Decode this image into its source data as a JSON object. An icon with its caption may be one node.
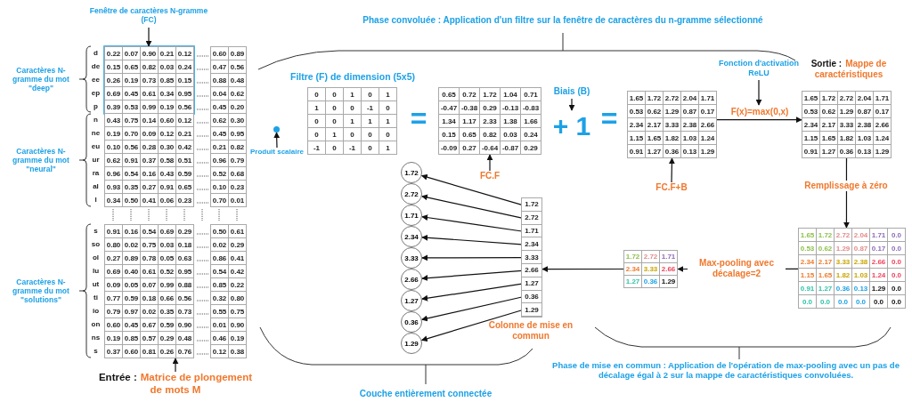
{
  "diagram": {
    "title": "Phase convoluée : Application d'un filtre sur la fenêtre de caractères du n-gramme sélectionné",
    "nodes": [
      {
        "text": [
          "0.22",
          "0.07",
          "0.90",
          "0.21",
          "0.12",
          "0.60",
          "0.89",
          "0.15",
          "0.65",
          "0.82",
          "0.03",
          "0.24",
          "0.47",
          "0.56",
          "0.26",
          "0.19",
          "0.73",
          "0.85",
          "0.15",
          "0.88",
          "0.48",
          "0.69",
          "0.45",
          "0.61",
          "0.34",
          "0.95",
          "0.04",
          "0.62",
          "0.39",
          "0.53",
          "0.99",
          "0.19",
          "0.56",
          "0.45",
          "0.20",
          "0.43",
          "0.75",
          "0.14",
          "0.60",
          "0.12",
          "0.62",
          "0.30",
          "0.19",
          "0.70",
          "0.09",
          "0.12",
          "0.21",
          "0.45",
          "0.95",
          "0.10",
          "0.56",
          "0.28",
          "0.30",
          "0.42",
          "0.21",
          "0.82",
          "0.62",
          "0.91",
          "0.37",
          "0.58",
          "0.51",
          "0.96",
          "0.79",
          "0.96",
          "0.54",
          "0.16",
          "0.43",
          "0.59",
          "0.52",
          "0.68",
          "0.93",
          "0.35",
          "0.27",
          "0.91",
          "0.65",
          "0.10",
          "0.23",
          "0.34",
          "0.50",
          "0.41",
          "0.06",
          "0.23",
          "0.70",
          "0.01",
          "0.91",
          "0.16",
          "0.54",
          "0.69",
          "0.29",
          "0.50",
          "0.61",
          "0.80",
          "0.02",
          "0.75",
          "0.03",
          "0.18",
          "0.02",
          "0.29",
          "0.27",
          "0.89",
          "0.78",
          "0.05",
          "0.63",
          "0.86",
          "0.41",
          "0.69",
          "0.40",
          "0.61",
          "0.52",
          "0.95",
          "0.54",
          "0.42",
          "0.09",
          "0.05",
          "0.07",
          "0.99",
          "0.88",
          "0.85",
          "0.22",
          "0.77",
          "0.59",
          "0.18",
          "0.66",
          "0.56",
          "0.32",
          "0.80",
          "0.79",
          "0.97",
          "0.02",
          "0.35",
          "0.73",
          "0.55",
          "0.75",
          "0.60",
          "0.45",
          "0.67",
          "0.59",
          "0.90",
          "0.01",
          "0.90",
          "0.19",
          "0.85",
          "0.57",
          "0.29",
          "0.48",
          "0.46",
          "0.19",
          "0.37",
          "0.60",
          "0.81",
          "0.26",
          "0.76",
          "0.12",
          "0.38"
        ]
      },
      {
        "text": [
          "Fenêtre de caractères N-gramme (FC)"
        ]
      },
      {
        "text": [
          "Entrée :",
          "Matrice de plongement de mots M"
        ]
      },
      {
        "text": [],
        "shape": "circle"
      },
      {
        "text": [
          "Produit scalaire"
        ]
      },
      {
        "text": [
          "0",
          "0",
          "1",
          "0",
          "1",
          "1",
          "0",
          "0",
          "-1",
          "0",
          "0",
          "0",
          "1",
          "1",
          "1",
          "0",
          "1",
          "0",
          "0",
          "0",
          "-1",
          "0",
          "-1",
          "0",
          "1"
        ],
        "beside": [
          "Filtre (F) de dimension (5x5)"
        ]
      },
      {
        "text": [
          "0.65",
          "0.72",
          "1.72",
          "1.04",
          "0.71",
          "-0.47",
          "-0.38",
          "0.29",
          "-0.13",
          "-0.83",
          "1.34",
          "1.17",
          "2.33",
          "1.38",
          "1.66",
          "0.15",
          "0.65",
          "0.82",
          "0.03",
          "0.24",
          "-0.09",
          "0.27",
          "-0.64",
          "-0.87",
          "0.29"
        ]
      },
      {
        "text": [
          "FC.F"
        ]
      },
      {
        "text": [
          "Biais (B)"
        ]
      },
      {
        "text": [
          "+ 1"
        ]
      },
      {
        "text": [
          "1.65",
          "1.72",
          "2.72",
          "2.04",
          "1.71",
          "0.53",
          "0.62",
          "1.29",
          "0.87",
          "0.17",
          "2.34",
          "2.17",
          "3.33",
          "2.38",
          "2.66",
          "1.15",
          "1.65",
          "1.82",
          "1.03",
          "1.24",
          "0.91",
          "1.27",
          "0.36",
          "0.13",
          "1.29"
        ]
      },
      {
        "text": [
          "FC.F+B"
        ]
      },
      {
        "text": [
          "Fonction d'activation ReLU"
        ]
      },
      {
        "text": [
          "1.65",
          "1.72",
          "2.72",
          "2.04",
          "1.71",
          "0.53",
          "0.62",
          "1.29",
          "0.87",
          "0.17",
          "2.34",
          "2.17",
          "3.33",
          "2.38",
          "2.66",
          "1.15",
          "1.65",
          "1.82",
          "1.03",
          "1.24",
          "0.91",
          "1.27",
          "0.36",
          "0.13",
          "1.29"
        ],
        "beside": [
          "Sortie :",
          "Mappe de caractéristiques"
        ]
      },
      {
        "text": [
          "1.65",
          "1.72",
          "2.72",
          "2.04",
          "1.71",
          "0.0",
          "0.53",
          "0.62",
          "1.29",
          "0.87",
          "0.17",
          "0.0",
          "2.34",
          "2.17",
          "3.33",
          "2.38",
          "2.66",
          "0.0",
          "1.15",
          "1.65",
          "1.82",
          "1.03",
          "1.24",
          "0.0",
          "0.91",
          "1.27",
          "0.36",
          "0.13",
          "1.29",
          "0.0",
          "0.0",
          "0.0",
          "0.0",
          "0.0",
          "0.0",
          "0.0"
        ]
      },
      {
        "text": [
          "1.72",
          "2.72",
          "1.71",
          "2.34",
          "3.33",
          "2.66",
          "1.27",
          "0.36",
          "1.29"
        ]
      },
      {
        "text": [],
        "shape": "box",
        "beside": [
          "Colonne de mise en commun"
        ]
      },
      {
        "text": [
          "1.72"
        ],
        "in": 16
      },
      {
        "text": [
          "2.72"
        ],
        "in": 16
      },
      {
        "text": [
          "1.71"
        ],
        "in": 16
      },
      {
        "text": [
          "2.34"
        ],
        "in": 16
      },
      {
        "text": [
          "3.33"
        ],
        "in": 16
      },
      {
        "text": [
          "2.66"
        ],
        "in": 16
      },
      {
        "text": [
          "1.27"
        ],
        "in": 16
      },
      {
        "text": [
          "0.36"
        ],
        "in": 16
      },
      {
        "text": [
          "1.29"
        ],
        "in": 16
      },
      {
        "text": [
          "1.72"
        ]
      },
      {
        "text": [
          "2.72"
        ]
      },
      {
        "text": [
          "1.71"
        ]
      },
      {
        "text": [
          "2.34"
        ]
      },
      {
        "text": [
          "3.33"
        ]
      },
      {
        "text": [
          "2.66"
        ]
      },
      {
        "text": [
          "1.27"
        ]
      },
      {
        "text": [
          "0.36"
        ]
      },
      {
        "text": [
          "1.29"
        ]
      }
    ],
    "edges": [
      {
        "from": 1,
        "to": 0,
        "arrow": "to"
      },
      {
        "from": 2,
        "to": 0,
        "arrow": "to"
      },
      {
        "from": 4,
        "to": 3,
        "arrow": "to"
      },
      {
        "from": 7,
        "to": 6,
        "arrow": "to"
      },
      {
        "from": 8,
        "to": 9,
        "arrow": "to"
      },
      {
        "from": 11,
        "to": 10,
        "arrow": "to"
      },
      {
        "from": 12,
        "to": null,
        "arrow": "to"
      },
      {
        "from": 10,
        "to": 13,
        "arrow": "to",
        "label": "F(x)=max(0,x)"
      },
      {
        "from": 13,
        "to": 14,
        "arrow": "to",
        "label": "Remplissage à zéro"
      },
      {
        "from": 14,
        "to": 15,
        "arrow": "to",
        "label": "Max-pooling avec décalage=2"
      },
      {
        "from": 15,
        "to": 16,
        "arrow": "to"
      },
      {
        "from": 17,
        "to": 26,
        "arrow": "to"
      },
      {
        "from": 18,
        "to": 27,
        "arrow": "to"
      },
      {
        "from": 19,
        "to": 28,
        "arrow": "to"
      },
      {
        "from": 20,
        "to": 29,
        "arrow": "to"
      },
      {
        "from": 21,
        "to": 30,
        "arrow": "to"
      },
      {
        "from": 22,
        "to": 31,
        "arrow": "to"
      },
      {
        "from": 23,
        "to": 32,
        "arrow": "to"
      },
      {
        "from": 24,
        "to": 33,
        "arrow": "to"
      },
      {
        "from": 25,
        "to": 34,
        "arrow": "to"
      }
    ],
    "labels": [
      "Caractères N-gramme du mot \"deep\"",
      "d",
      "de",
      "ee",
      "ep",
      "p",
      "Caractères N-gramme du mot \"neural\"",
      "n",
      "ne",
      "eu",
      "ur",
      "ra",
      "al",
      "l",
      "Caractères N-gramme du mot \"solutions\"",
      "s",
      "so",
      "ol",
      "lu",
      "ut",
      "ti",
      "io",
      "on",
      "ns",
      "s",
      "=",
      "=",
      "Couche entièrement connectée",
      "Phase de mise en commun : Application de l'opération de max-pooling avec un pas de décalage égal à 2 sur la mappe de caractéristiques convoluées."
    ]
  }
}
